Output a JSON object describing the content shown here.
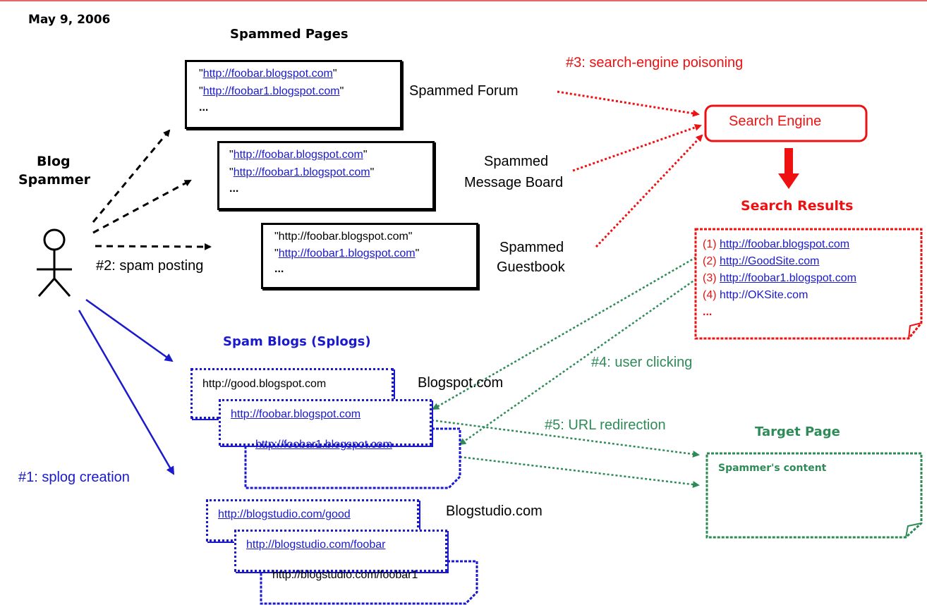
{
  "date": "May 9, 2006",
  "actor": {
    "line1": "Blog",
    "line2": "Spammer"
  },
  "spammed_pages": {
    "title": "Spammed Pages",
    "pages": [
      {
        "lines": [
          "\"http://foobar.blogspot.com\"",
          "\"http://foobar1.blogspot.com\"",
          "..."
        ],
        "label": "Spammed Forum"
      },
      {
        "lines": [
          "\"http://foobar.blogspot.com\"",
          "\"http://foobar1.blogspot.com\"",
          "..."
        ],
        "label_line1": "Spammed",
        "label_line2": "Message Board"
      },
      {
        "lines": [
          "\"http://foobar.blogspot.com\"",
          "\"http://foobar1.blogspot.com\"",
          "..."
        ],
        "label_line1": "Spammed",
        "label_line2": "Guestbook"
      }
    ]
  },
  "steps": {
    "s1": "#1: splog creation",
    "s2": "#2: spam posting",
    "s3": "#3: search-engine poisoning",
    "s4": "#4: user clicking",
    "s5": "#5: URL redirection"
  },
  "search_engine": {
    "label": "Search Engine"
  },
  "search_results": {
    "title": "Search Results",
    "items": [
      {
        "num": "(1)",
        "url": "http://foobar.blogspot.com"
      },
      {
        "num": "(2)",
        "url": "http://GoodSite.com"
      },
      {
        "num": "(3)",
        "url": "http://foobar1.blogspot.com"
      },
      {
        "num": "(4)",
        "url": "http://OKSite.com"
      }
    ],
    "more": "..."
  },
  "splogs": {
    "title": "Spam Blogs (Splogs)",
    "blogspot": {
      "label": "Blogspot.com",
      "urls": [
        "http://good.blogspot.com",
        "http://foobar.blogspot.com",
        "http://foobar1.blogspot.com"
      ]
    },
    "blogstudio": {
      "label": "Blogstudio.com",
      "urls": [
        "http://blogstudio.com/good",
        "http://blogstudio.com/foobar",
        "http://blogstudio.com/foobar1"
      ]
    }
  },
  "target": {
    "title": "Target Page",
    "content": "Spammer's content"
  },
  "colors": {
    "blue": "#1a1acc",
    "red": "#ee1111",
    "green": "#2e8b57",
    "black": "#000000"
  }
}
